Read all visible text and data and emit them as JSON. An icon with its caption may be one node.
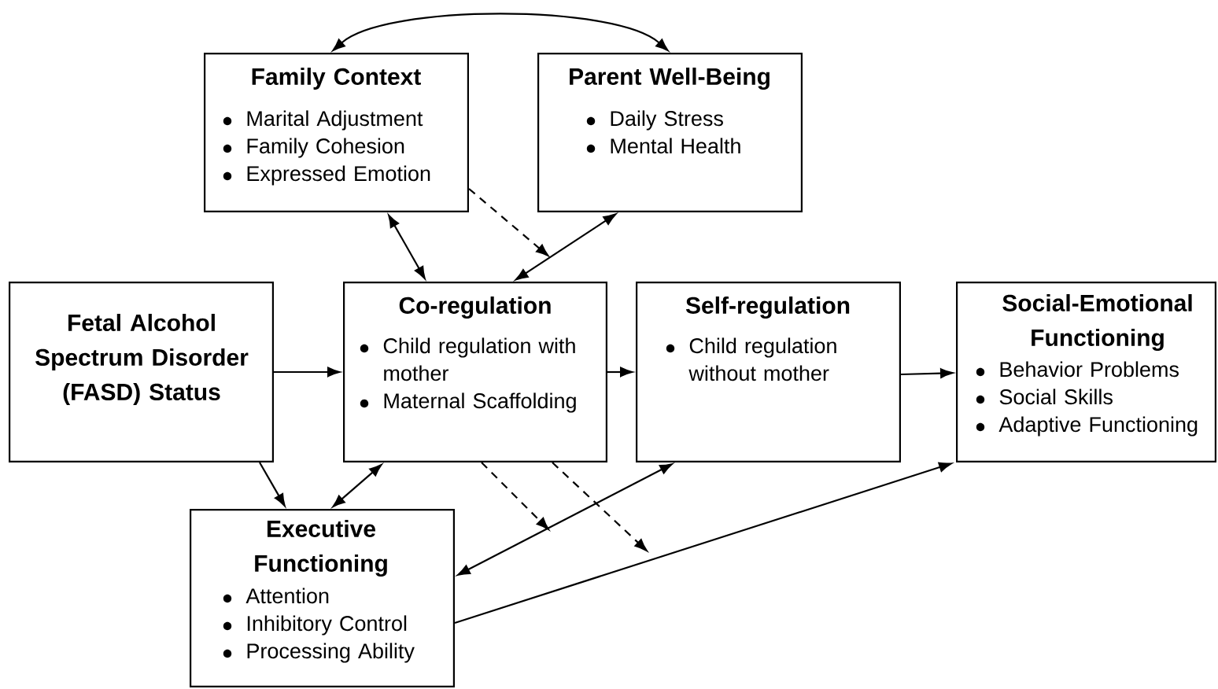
{
  "diagram": {
    "nodes": [
      {
        "text": [
          "Family Context",
          "Marital Adjustment",
          "Family Cohesion",
          "Expressed Emotion"
        ]
      },
      {
        "text": [
          "Parent Well-Being",
          "Daily Stress",
          "Mental Health"
        ]
      },
      {
        "text": [
          "Fetal Alcohol Spectrum Disorder (FASD) Status"
        ]
      },
      {
        "text": [
          "Co-regulation",
          "Child regulation with mother",
          "Maternal Scaffolding"
        ]
      },
      {
        "text": [
          "Self-regulation",
          "Child regulation without mother"
        ]
      },
      {
        "text": [
          "Social-Emotional Functioning",
          "Behavior Problems",
          "Social Skills",
          "Adaptive Functioning"
        ]
      },
      {
        "text": [
          "Executive Functioning",
          "Attention",
          "Inhibitory Control",
          "Processing Ability"
        ]
      }
    ],
    "edges": [
      {
        "from": 0,
        "to": 1,
        "arrow": "both"
      },
      {
        "from": 0,
        "to": 3,
        "arrow": "both"
      },
      {
        "from": 3,
        "to": 1,
        "arrow": "both"
      },
      {
        "from": 0,
        "to": null,
        "arrow": "to",
        "style": "dashed"
      },
      {
        "from": 2,
        "to": 3,
        "arrow": "to"
      },
      {
        "from": 3,
        "to": 4,
        "arrow": "to"
      },
      {
        "from": 4,
        "to": 5,
        "arrow": "to"
      },
      {
        "from": 2,
        "to": 6,
        "arrow": "to"
      },
      {
        "from": 3,
        "to": 6,
        "arrow": "both"
      },
      {
        "from": 6,
        "to": 4,
        "arrow": "both"
      },
      {
        "from": 3,
        "to": null,
        "arrow": "to",
        "style": "dashed"
      },
      {
        "from": 3,
        "to": null,
        "arrow": "to",
        "style": "dashed"
      },
      {
        "from": 6,
        "to": 5,
        "arrow": "to"
      }
    ]
  }
}
